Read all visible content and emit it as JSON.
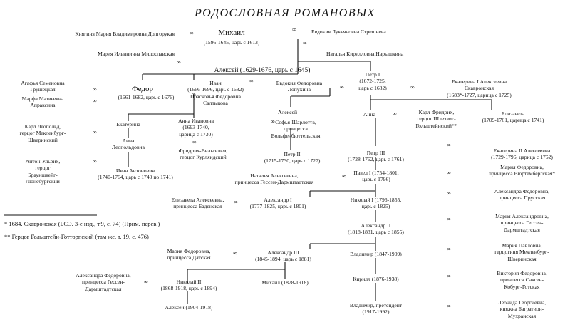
{
  "title": "РОДОСЛОВНАЯ РОМАНОВЫХ",
  "marriage_symbol": "∞",
  "people": {
    "dolgorukaya": "Княгиня Мария Владимировна Долгорукая",
    "mikhail_name": "Михаил",
    "mikhail_dates": "(1596-1645, царь с 1613)",
    "streshneva": "Евдокия Лукьяновна Стрешнева",
    "miloslavskaya": "Мария Ильинична Милославская",
    "naryshkina": "Наталья Кирилловна Нарышкина",
    "alexei": "Алексей (1629-1676, царь с 1645)",
    "grushetskaya": "Агафья Семеновна\nГрушецкая",
    "apraksina": "Марфа Матвеевна\nАпраксина",
    "feodor_name": "Федор",
    "feodor_dates": "(1661-1682, царь с 1676)",
    "ivan": "Иван\n(1666-1696, царь с 1682)",
    "saltykova": "Прасковья Федоровна\nСалтыкова",
    "lopukhina": "Евдокия Федоровна\nЛопухина",
    "peter1": "Петр I\n(1672-1725,\nцарь с 1682)",
    "catherine1": "Екатерина I Алексеевна\nСкавронская\n(1683*-1727, царица с 1725)",
    "alexei_p": "Алексей",
    "sophia_charlotte": "Софья-Шарлотта,\nпринцесса\nВольфенбюттельская",
    "anna_p": "Анна",
    "karl_friedrich": "Карл-Фридрих,\nгерцог Шлезвиг-\nГольштейнский**",
    "elizaveta": "Елизавета\n(1709-1761, царица с 1741)",
    "karl_leopold": "Карл Леопольд,\nгерцог Мекленбург-\nШверинский",
    "ekaterina_iv": "Екатерина",
    "anna_ivanovna": "Анна Ивановна\n(1693-1740,\nцарица с 1730)",
    "anna_leopoldovna": "Анна\nЛеопольдовна",
    "friedrich_wilhelm": "Фридрих-Вильгельм,\nгерцог Курляндский",
    "anton_ulrich": "Антон-Ульрих,\nгерцог\nБрауншвейг-\nЛюнебургский",
    "ivan6": "Иван Антонович\n(1740-1764, царь с 1740 по 1741)",
    "peter2": "Петр II\n(1715-1730, царь с 1727)",
    "peter3": "Петр III\n(1728-1762, царь с 1761)",
    "catherine2": "Екатерина II Алексеевна\n(1729-1796, царица с 1762)",
    "natalia_hd": "Наталья Алексеевна,\nпринцесса Гессен-Дармштадтская",
    "paul1": "Павел I (1754-1801,\nцарь с 1796)",
    "maria_w": "Мария Федоровна,\nпринцесса Вюртембергская*",
    "elizaveta_b": "Елизавета Алексеевна,\nпринцесса Баденская",
    "alexander1": "Александр I\n(1777-1825, царь с 1801)",
    "nicholas1": "Николай I (1796-1855,\nцарь с 1825)",
    "alexandra_pr": "Александра Федоровна,\nпринцесса Прусская",
    "note1": "* 1684. Скавронская (БСЭ. 3-е изд., т.9, с. 74) (Прим. перев.)",
    "note2": "** Герцог Гольштейн-Готторпский (там же, т. 19, с. 476)",
    "alexander2": "Александр II\n(1818-1881, царь с 1855)",
    "maria_hd": "Мария Александровна,\nпринцесса Гессен-\nДармштадтская",
    "maria_dan": "Мария Федоровна,\nпринцесса Датская",
    "alexander3": "Александр III\n(1845-1894, царь с 1881)",
    "vladimir": "Владимир (1847-1909)",
    "maria_pavlovna": "Мария Павловна,\nгерцогиня Мекленбург-\nШверинская",
    "alexandra_hd": "Александра Федоровна,\nпринцесса Гессен-\nДармштадтская",
    "nicholas2": "Николай II\n(1868-1918, царь с 1894)",
    "mikhail2": "Михаил (1878-1918)",
    "kirill": "Кирилл (1876-1938)",
    "victoria": "Виктория Федоровна,\nпринцесса Саксен-\nКобург-Готская",
    "alexei2": "Алексей (1904-1918)",
    "vladimir_pr": "Владимир, претендент\n(1917-1992)",
    "leonida": "Леонида Георгиевна,\nкняжна Багратион-\nМухранская"
  }
}
